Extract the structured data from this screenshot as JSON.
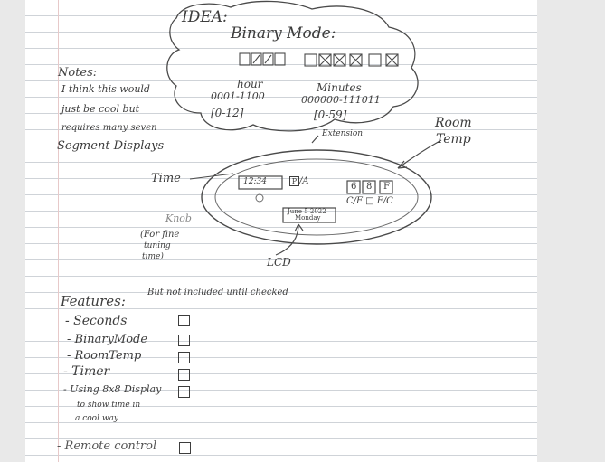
{
  "cloud": {
    "idea_title": "IDEA:",
    "binary_mode_title": "Binary Mode:",
    "hour_label": "hour",
    "hour_range_binary": "0001-1100",
    "hour_range_decimal": "[0-12]",
    "minutes_label": "Minutes",
    "minutes_range_binary": "000000-111011",
    "minutes_range_decimal": "[0-59]"
  },
  "notes": {
    "heading": "Notes:",
    "line1": "I think this would",
    "line2": "just be cool but",
    "line3": "requires many seven",
    "line4": "Segment Displays"
  },
  "device": {
    "extension_label": "Extension",
    "room_temp_label_1": "Room",
    "room_temp_label_2": "Temp",
    "time_label": "Time",
    "clock_display": "12:34",
    "ampm_box": "P",
    "ampm_text": "/A",
    "temp_digits": [
      "6",
      "8",
      "F"
    ],
    "temp_unit_text": "C/F □ F/C",
    "date_line1": "June 5 2022",
    "date_line2": "Monday",
    "knob_label": "Knob",
    "knob_note_1": "(For fine",
    "knob_note_2": "tuning",
    "knob_note_3": "time)",
    "lcd_label": "LCD"
  },
  "features": {
    "heading": "Features:",
    "note": "But not included until checked",
    "items": [
      {
        "label": "- Seconds"
      },
      {
        "label": "- BinaryMode"
      },
      {
        "label": "- RoomTemp"
      },
      {
        "label": "- Timer"
      },
      {
        "label": "- Using 8x8 Display"
      }
    ],
    "item5_sub1": "to show time in",
    "item5_sub2": "a cool way",
    "remote_label": "- Remote control"
  },
  "colors": {
    "paper": "#ffffff",
    "rule_line": "#cfd3d8",
    "ink": "#3d3d3d",
    "background": "#e9e9e9"
  }
}
